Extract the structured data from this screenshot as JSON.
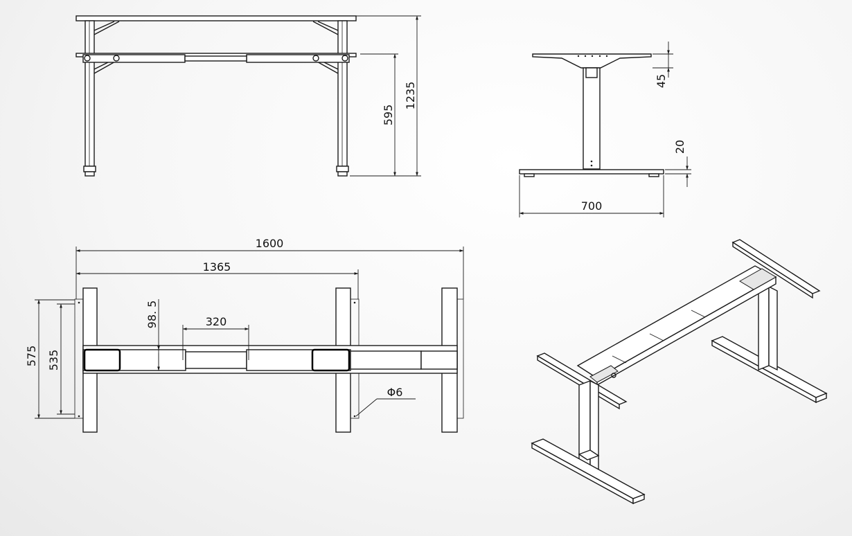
{
  "colors": {
    "line": "#1a1a1a",
    "background": "#f4f4f4"
  },
  "views": {
    "front": {
      "dims": {
        "height_max": "1235",
        "height_min": "595"
      }
    },
    "side": {
      "dims": {
        "top_plate": "45",
        "foot_height": "20",
        "base_length": "700"
      }
    },
    "top": {
      "dims": {
        "width_max": "1600",
        "width_min": "1365",
        "offset": "320",
        "beam": "98. 5",
        "depth_outer": "575",
        "depth_inner": "535",
        "hole": "Φ6"
      }
    },
    "iso": {}
  }
}
